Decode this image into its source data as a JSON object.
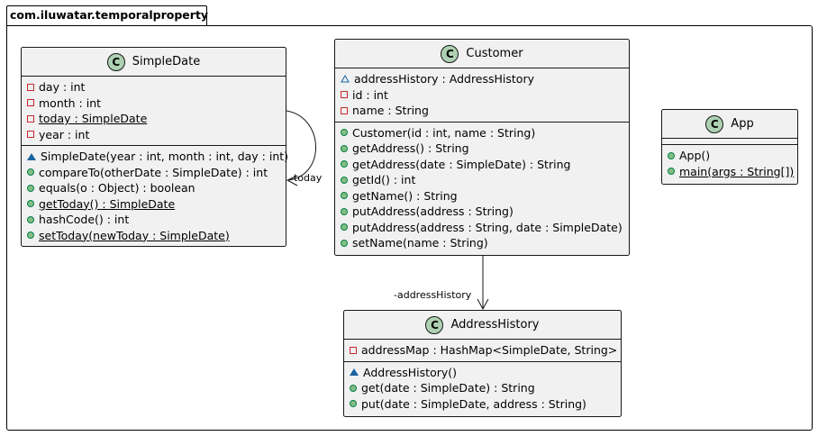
{
  "package": {
    "name": "com.iluwatar.temporalproperty"
  },
  "classes": {
    "simple_date": {
      "name": "SimpleDate",
      "icon": "C",
      "fields": [
        {
          "vis": "private",
          "text": "day : int",
          "static": false
        },
        {
          "vis": "private",
          "text": "month : int",
          "static": false
        },
        {
          "vis": "private",
          "text": "today : SimpleDate",
          "static": true
        },
        {
          "vis": "private",
          "text": "year : int",
          "static": false
        }
      ],
      "methods": [
        {
          "vis": "package",
          "text": "SimpleDate(year : int, month : int, day : int)",
          "static": false
        },
        {
          "vis": "public",
          "text": "compareTo(otherDate : SimpleDate) : int",
          "static": false
        },
        {
          "vis": "public",
          "text": "equals(o : Object) : boolean",
          "static": false
        },
        {
          "vis": "public",
          "text": "getToday() : SimpleDate",
          "static": true
        },
        {
          "vis": "public",
          "text": "hashCode() : int",
          "static": false
        },
        {
          "vis": "public",
          "text": "setToday(newToday : SimpleDate)",
          "static": true
        }
      ]
    },
    "customer": {
      "name": "Customer",
      "icon": "C",
      "fields": [
        {
          "vis": "package-open",
          "text": "addressHistory : AddressHistory",
          "static": false
        },
        {
          "vis": "private",
          "text": "id : int",
          "static": false
        },
        {
          "vis": "private",
          "text": "name : String",
          "static": false
        }
      ],
      "methods": [
        {
          "vis": "public",
          "text": "Customer(id : int, name : String)",
          "static": false
        },
        {
          "vis": "public",
          "text": "getAddress() : String",
          "static": false
        },
        {
          "vis": "public",
          "text": "getAddress(date : SimpleDate) : String",
          "static": false
        },
        {
          "vis": "public",
          "text": "getId() : int",
          "static": false
        },
        {
          "vis": "public",
          "text": "getName() : String",
          "static": false
        },
        {
          "vis": "public",
          "text": "putAddress(address : String)",
          "static": false
        },
        {
          "vis": "public",
          "text": "putAddress(address : String, date : SimpleDate)",
          "static": false
        },
        {
          "vis": "public",
          "text": "setName(name : String)",
          "static": false
        }
      ]
    },
    "app": {
      "name": "App",
      "icon": "C",
      "fields": [],
      "methods": [
        {
          "vis": "public",
          "text": "App()",
          "static": false
        },
        {
          "vis": "public",
          "text": "main(args : String[])",
          "static": true
        }
      ]
    },
    "address_history": {
      "name": "AddressHistory",
      "icon": "C",
      "fields": [
        {
          "vis": "private",
          "text": "addressMap : HashMap<SimpleDate, String>",
          "static": false
        }
      ],
      "methods": [
        {
          "vis": "package",
          "text": "AddressHistory()",
          "static": false
        },
        {
          "vis": "public",
          "text": "get(date : SimpleDate) : String",
          "static": false
        },
        {
          "vis": "public",
          "text": "put(date : SimpleDate, address : String)",
          "static": false
        }
      ]
    }
  },
  "edges": {
    "self_today": "-today",
    "customer_history": "-addressHistory"
  },
  "colors": {
    "class_fill": "#f1f1f1",
    "icon_fill": "#add1b2",
    "private_marker": "#c82930",
    "public_marker": "#84be84",
    "package_marker": "#1963a0"
  }
}
